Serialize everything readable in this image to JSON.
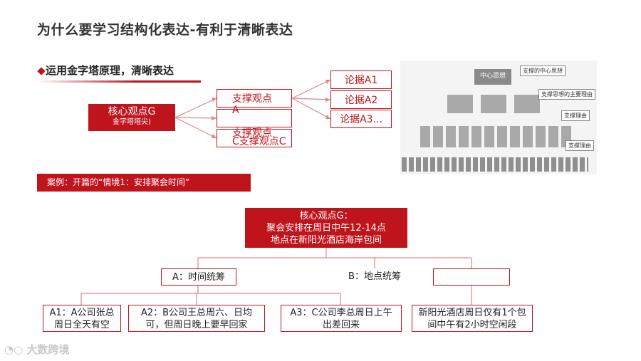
{
  "slide": {
    "title": "为什么要学习结构化表达-有利于清晰表达",
    "section_heading": "运用金字塔原理，清晰表达"
  },
  "top_diagram": {
    "core": "核心观点G",
    "core_sub": "金字塔塔尖)",
    "supports": [
      "支撑观点",
      "A",
      "支撑观点",
      "C支撑观点C"
    ],
    "arguments": [
      "论据A1",
      "论据A2",
      "论据A3..."
    ]
  },
  "pyramid_figure": {
    "top_label": "中心思想",
    "callouts": [
      "支撑的中心思想",
      "支撑思想的主要理由",
      "支撑理由",
      "支撑理由"
    ]
  },
  "case_banner": "案例：开篇的“情境1：安排聚会时间”",
  "bottom_diagram": {
    "core_lines": [
      "核心观点G：",
      "聚会安排在周日中午12-14点",
      "地点在新阳光酒店海岸包间"
    ],
    "branches": [
      "A：时间统筹",
      "B：地点统筹",
      ""
    ],
    "leaves": [
      [
        "A1：A公司张总",
        "周日全天有空"
      ],
      [
        "A2：B公司王总周六、日均",
        "可，但周日晚上要早回家"
      ],
      [
        "A3：C公司李总周日上午",
        "出差回来"
      ],
      [
        "新阳光酒店周日仅有1个包",
        "间中午有2小时空闲段"
      ]
    ]
  },
  "watermark": "大数跨境",
  "colors": {
    "accent": "#c0141c",
    "line": "#e0868a"
  }
}
